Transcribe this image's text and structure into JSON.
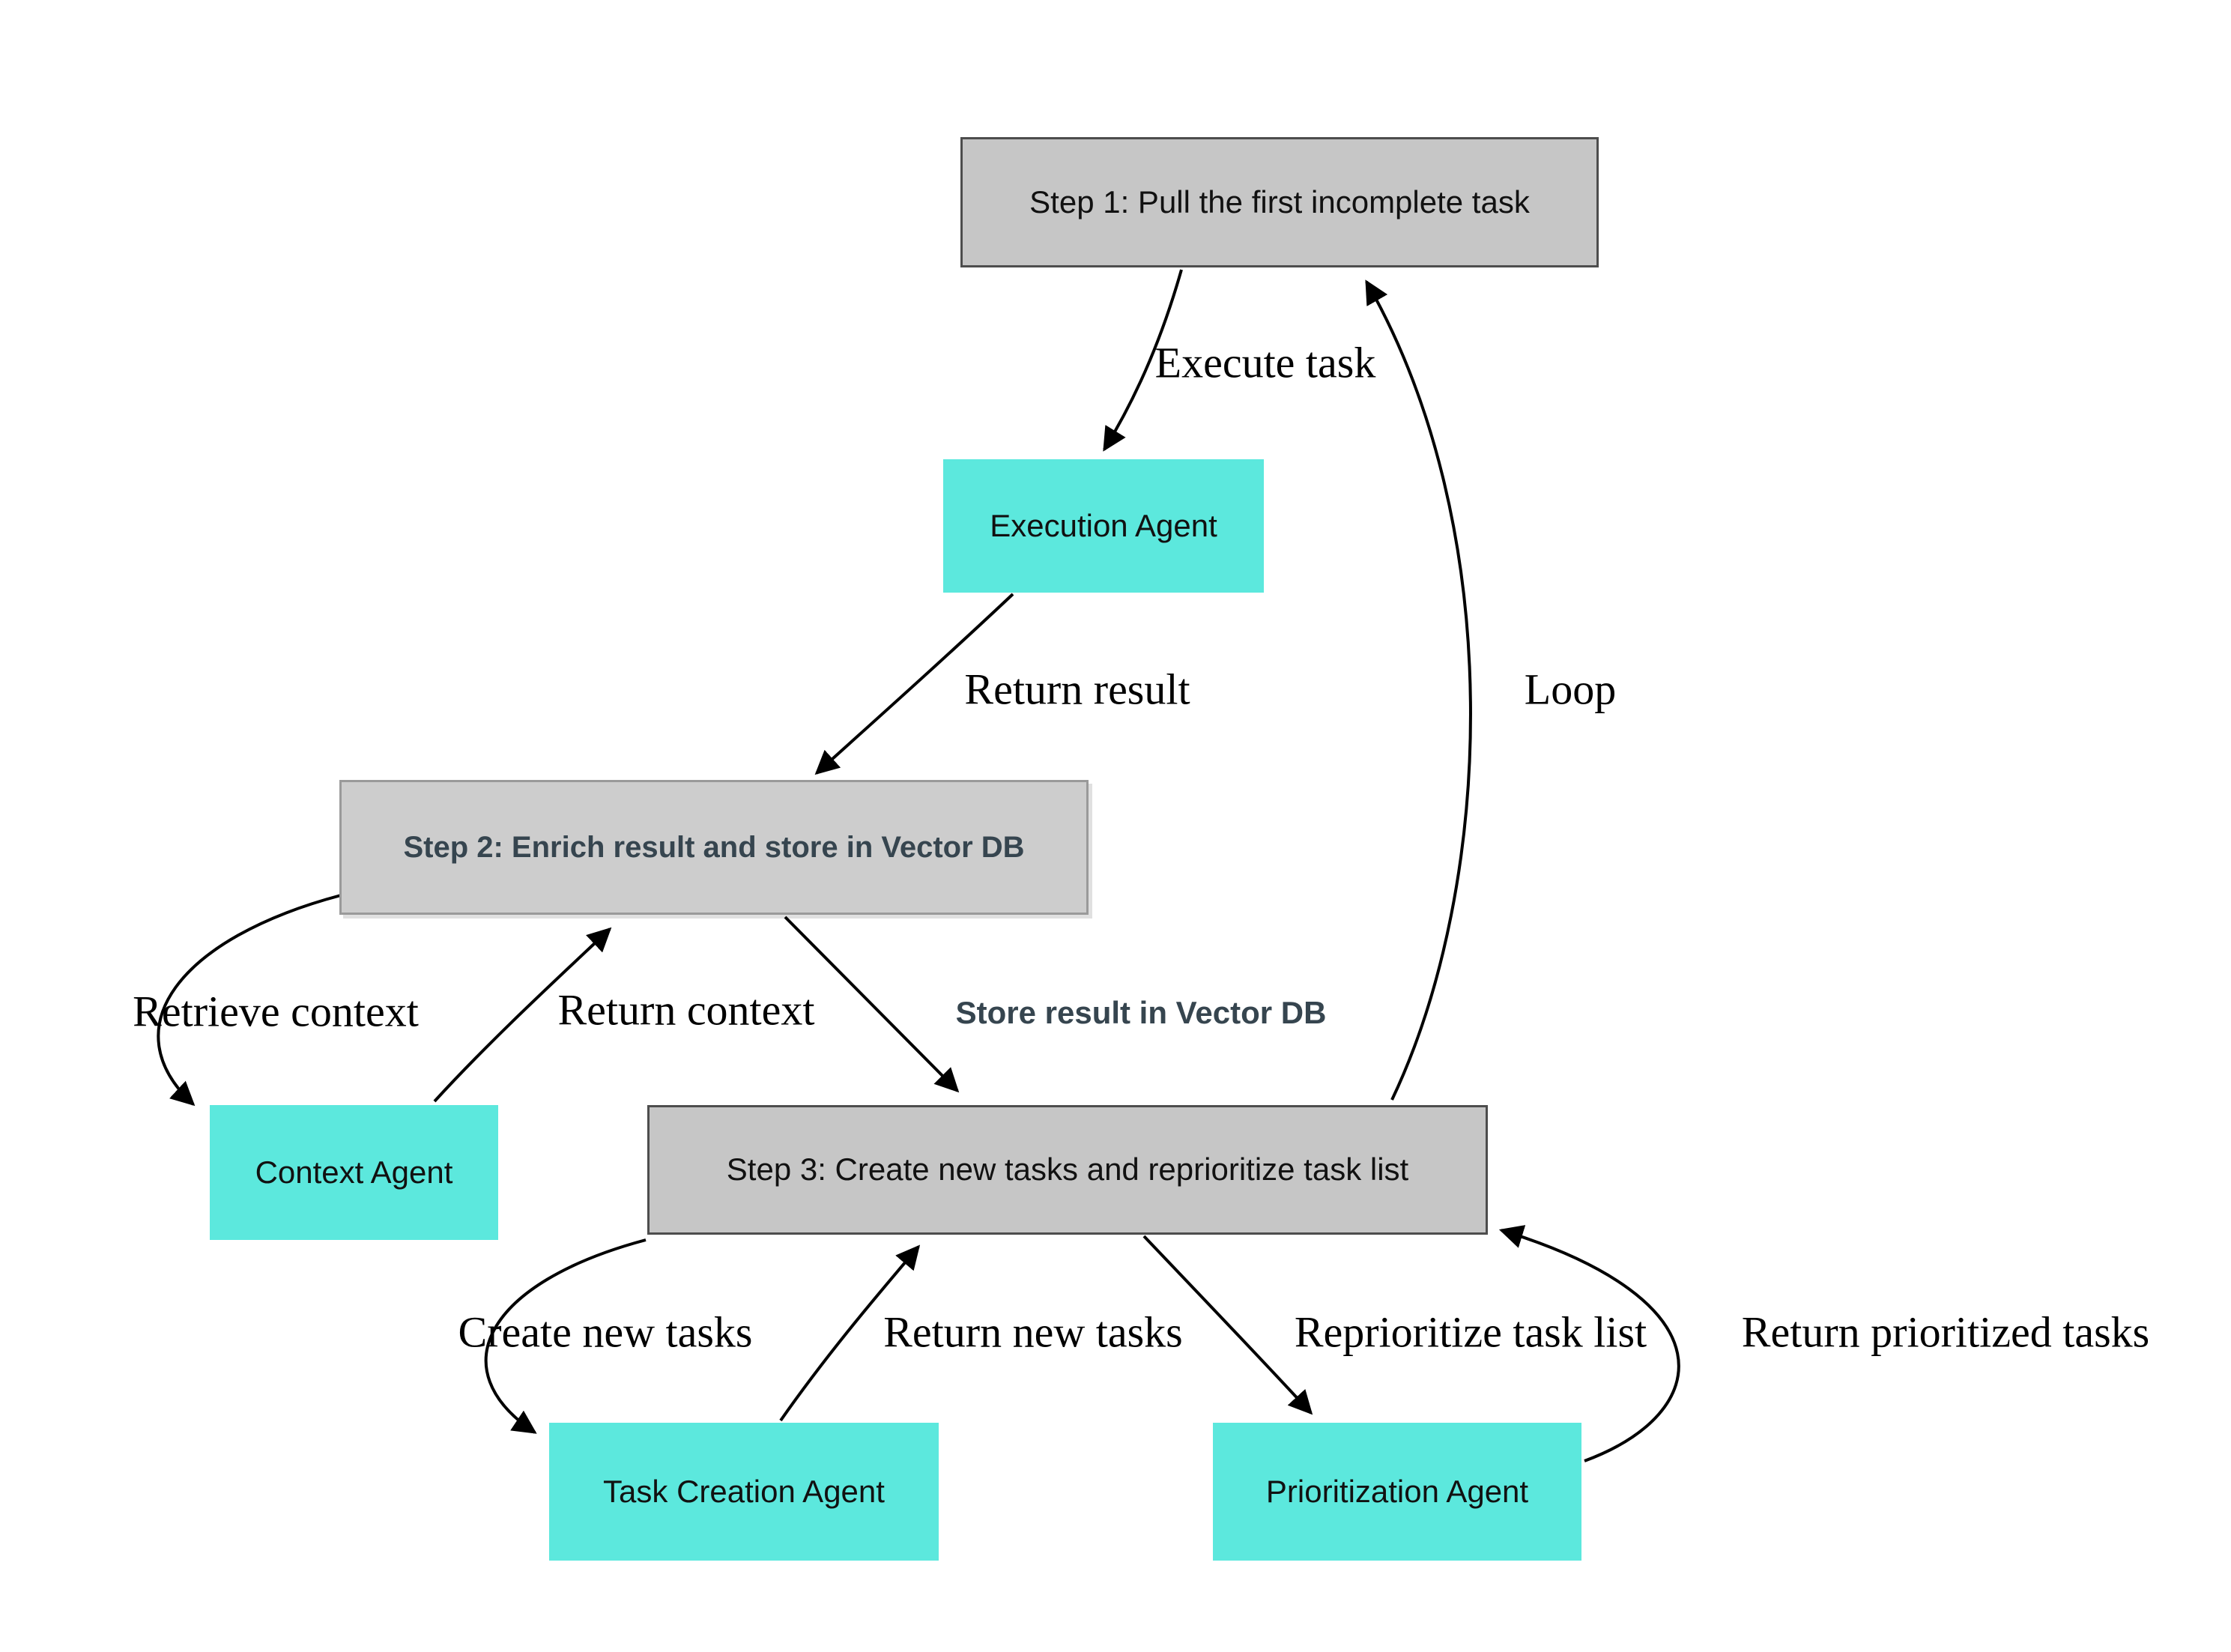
{
  "diagram": {
    "title": "Agent task loop flowchart",
    "nodes": {
      "step1": {
        "label": "Step 1: Pull the first incomplete task"
      },
      "execution_agent": {
        "label": "Execution Agent"
      },
      "step2": {
        "label": "Step 2: Enrich result and store in Vector DB"
      },
      "context_agent": {
        "label": "Context Agent"
      },
      "step3": {
        "label": "Step 3: Create new tasks and reprioritize task list"
      },
      "task_creation_agent": {
        "label": "Task Creation Agent"
      },
      "prioritization_agent": {
        "label": "Prioritization Agent"
      }
    },
    "edges": {
      "execute_task": {
        "label": "Execute task",
        "from": "step1",
        "to": "execution_agent"
      },
      "return_result": {
        "label": "Return result",
        "from": "execution_agent",
        "to": "step2"
      },
      "loop": {
        "label": "Loop",
        "from": "step3",
        "to": "step1"
      },
      "retrieve_context": {
        "label": "Retrieve context",
        "from": "step2",
        "to": "context_agent"
      },
      "return_context": {
        "label": "Return context",
        "from": "context_agent",
        "to": "step2"
      },
      "store_result": {
        "label": "Store result in Vector DB",
        "from": "step2",
        "to": "step3"
      },
      "create_new_tasks": {
        "label": "Create new tasks",
        "from": "step3",
        "to": "task_creation_agent"
      },
      "return_new_tasks": {
        "label": "Return new tasks",
        "from": "task_creation_agent",
        "to": "step3"
      },
      "reprioritize": {
        "label": "Reprioritize task list",
        "from": "step3",
        "to": "prioritization_agent"
      },
      "return_prioritized": {
        "label": "Return prioritized tasks",
        "from": "prioritization_agent",
        "to": "step3"
      }
    },
    "colors": {
      "step_fill": "#c6c6c6",
      "agent_fill": "#5ce8dd",
      "step2_text": "#36454f",
      "arrow": "#000000"
    }
  }
}
